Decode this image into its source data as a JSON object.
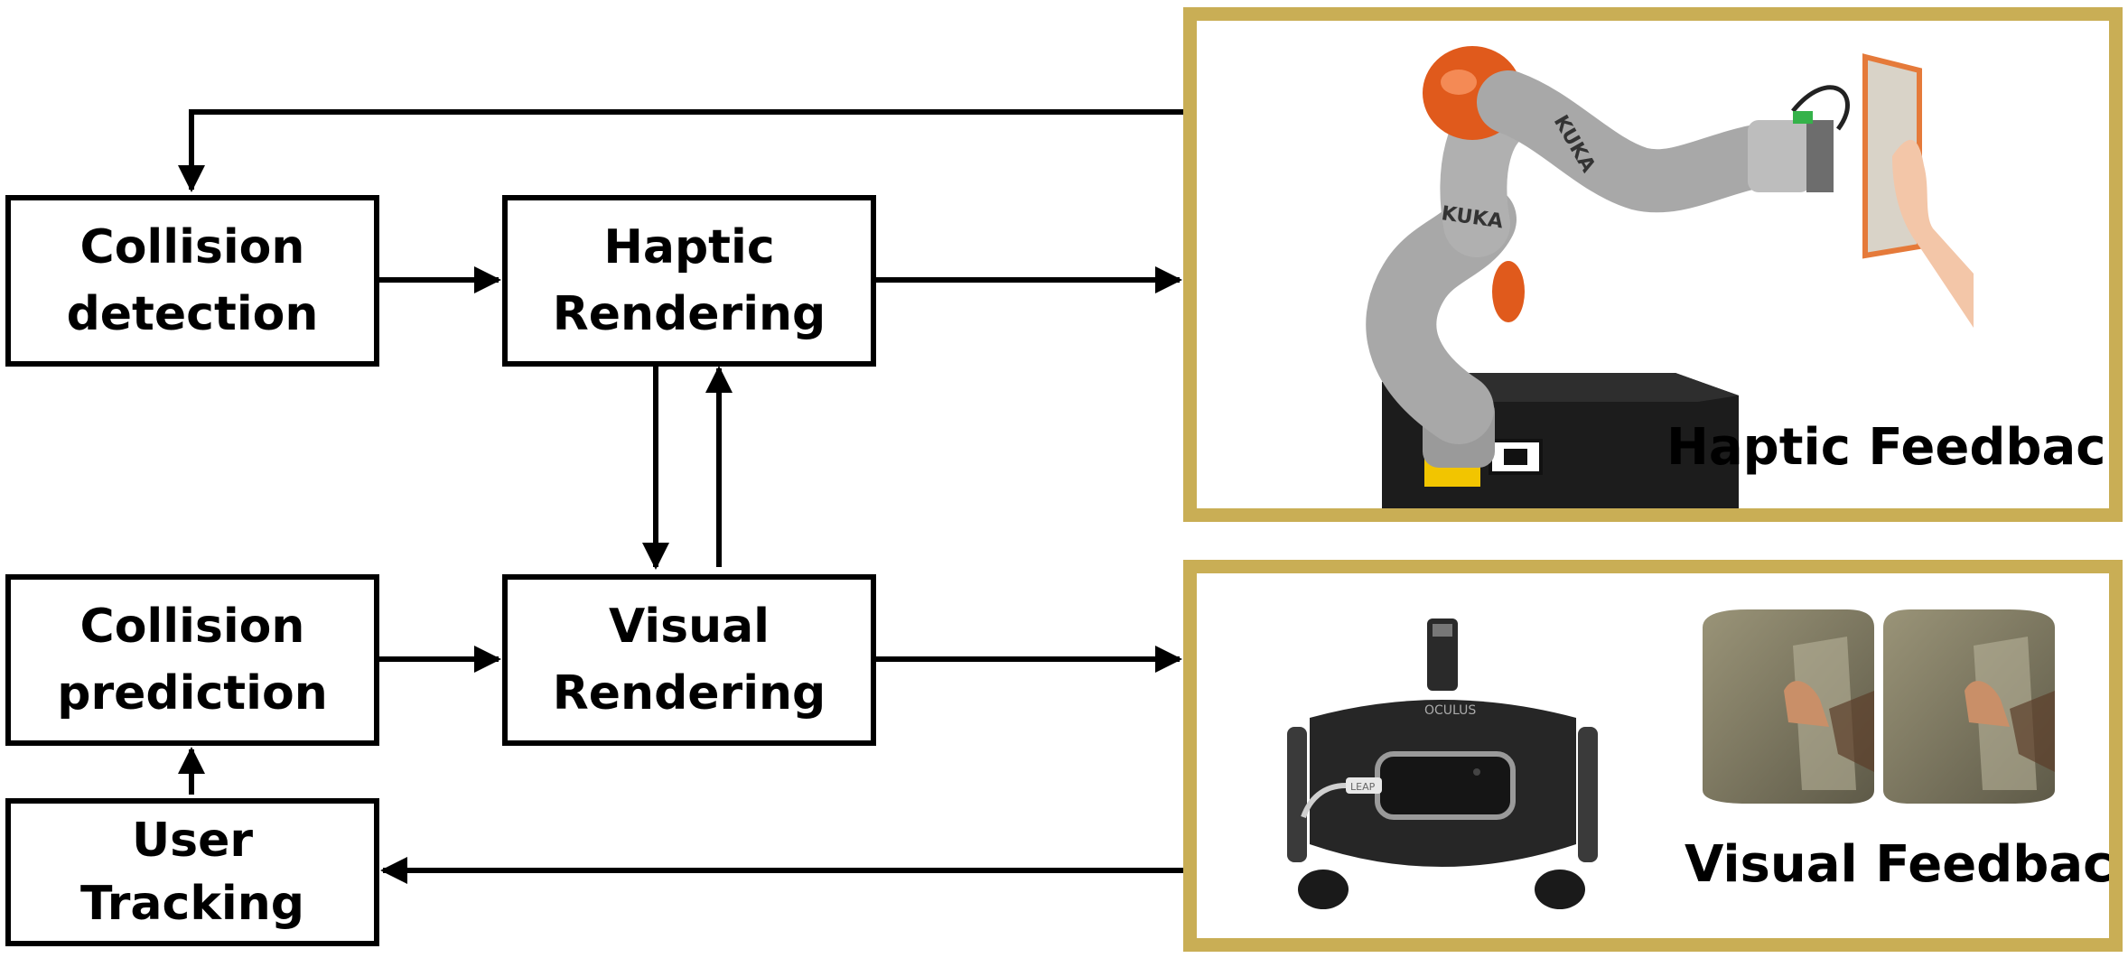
{
  "blocks": {
    "collision_detection": [
      "Collision",
      "detection"
    ],
    "haptic_rendering": [
      "Haptic",
      "Rendering"
    ],
    "collision_prediction": [
      "Collision",
      "prediction"
    ],
    "visual_rendering": [
      "Visual",
      "Rendering"
    ],
    "user_tracking": [
      "User",
      "Tracking"
    ]
  },
  "panels": {
    "haptic_feedback": "Haptic Feedback",
    "visual_feedback": "Visual Feedback"
  },
  "illustrations": {
    "robot_brand": "KUKA",
    "headset_brand": "OCULUS",
    "sensor_brand": "LEAP"
  },
  "colors": {
    "panel_border": "#C9AE55",
    "robot_accent": "#E05A1C",
    "robot_body": "#A8A8A8"
  },
  "icons": [
    "robot-arm-icon",
    "vr-headset-icon",
    "stereo-view-icon"
  ]
}
